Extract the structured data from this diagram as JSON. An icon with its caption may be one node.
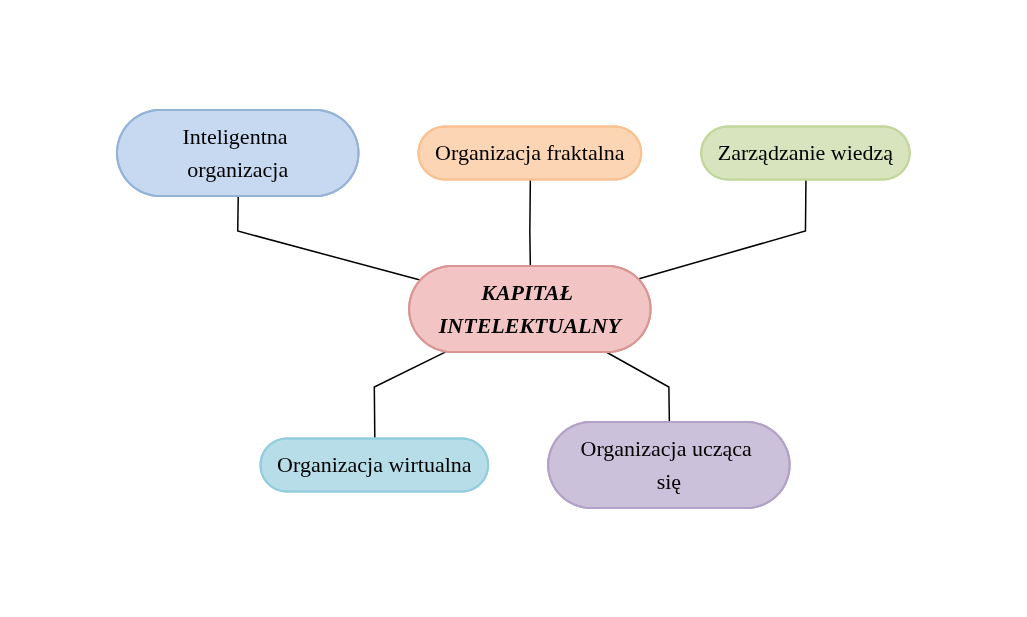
{
  "diagram": {
    "nodes": [
      {
        "text": [
          "Inteligentna organizacja"
        ]
      },
      {
        "text": [
          "Organizacja fraktalna"
        ]
      },
      {
        "text": [
          "Zarządzanie wiedzą"
        ]
      },
      {
        "text": [
          "KAPITAŁ INTELEKTUALNY"
        ]
      },
      {
        "text": [
          "Organizacja wirtualna"
        ]
      },
      {
        "text": [
          "Organizacja ucząca się"
        ]
      }
    ],
    "edges": [
      {
        "from": 0,
        "to": 3,
        "arrow": "none"
      },
      {
        "from": 1,
        "to": 3,
        "arrow": "none"
      },
      {
        "from": 2,
        "to": 3,
        "arrow": "none"
      },
      {
        "from": 3,
        "to": 4,
        "arrow": "none"
      },
      {
        "from": 3,
        "to": 5,
        "arrow": "none"
      }
    ]
  }
}
